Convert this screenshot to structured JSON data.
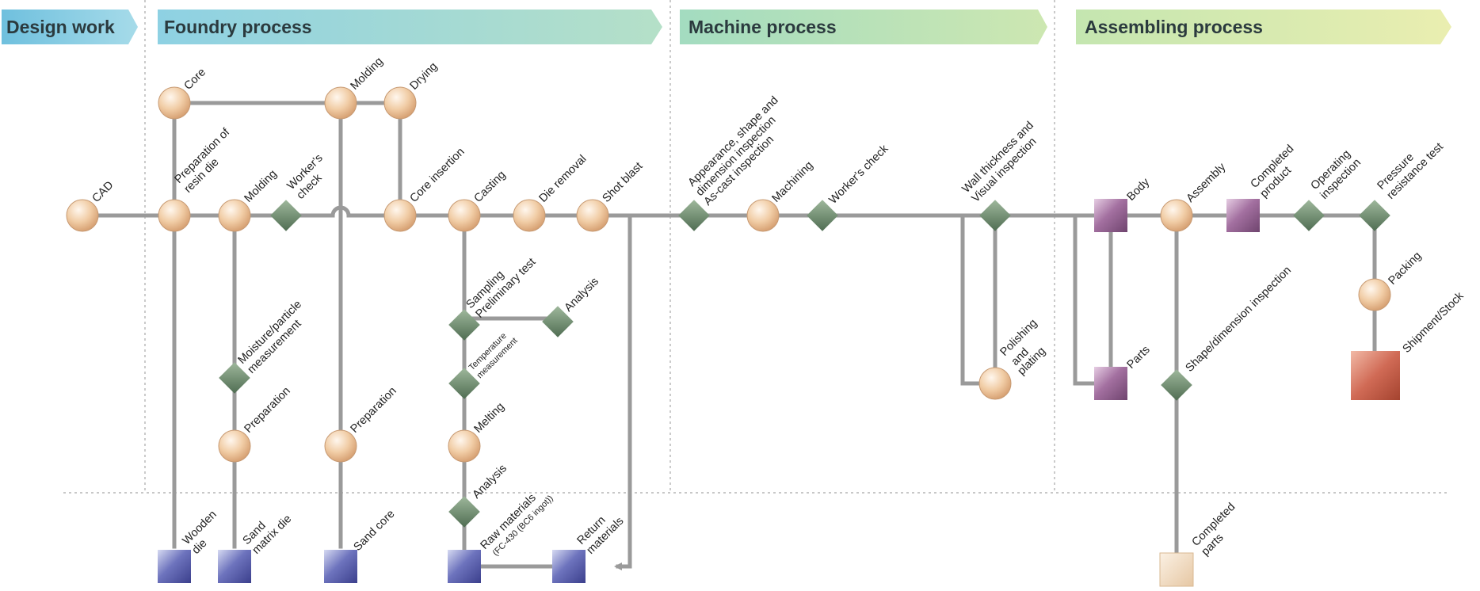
{
  "phases": {
    "design": "Design work",
    "foundry": "Foundry process",
    "machine": "Machine process",
    "assembling": "Assembling process"
  },
  "steps": {
    "cad": "CAD",
    "core": "Core",
    "molding_top": "Molding",
    "drying": "Drying",
    "resin_die_1": "Preparation of",
    "resin_die_2": "resin die",
    "molding_main": "Molding",
    "workers_check_1": "Worker's",
    "workers_check_2": "check",
    "core_insertion": "Core insertion",
    "casting": "Casting",
    "die_removal": "Die removal",
    "shot_blast": "Shot blast",
    "moisture_1": "Moisture/particle",
    "moisture_2": "measurement",
    "preparation_sand": "Preparation",
    "preparation_core": "Preparation",
    "sampling_1": "Sampling",
    "sampling_2": "Preliminary test",
    "analysis_sampling": "Analysis",
    "temperature_1": "Temperature",
    "temperature_2": "measurement",
    "melting": "Melting",
    "analysis_raw": "Analysis",
    "wooden_die_1": "Wooden",
    "wooden_die_2": "die",
    "sand_matrix_1": "Sand",
    "sand_matrix_2": "matrix die",
    "sand_core": "Sand core",
    "raw_materials_1": "Raw materials",
    "raw_materials_2": "(FC-430 (BC6 ingot))",
    "return_materials_1": "Return",
    "return_materials_2": "materials",
    "inspection_1": "Appearance, shape and",
    "inspection_2": "dimension inspection",
    "inspection_3": "As-cast inspection",
    "machining": "Machining",
    "workers_check_machine": "Worker's check",
    "wall_thickness_1": "Wall thickness and",
    "wall_thickness_2": "Visual inspection",
    "polishing_1": "Polishing",
    "polishing_2": "and",
    "polishing_3": "plating",
    "body": "Body",
    "parts": "Parts",
    "assembly": "Assembly",
    "completed_product_1": "Completed",
    "completed_product_2": "product",
    "operating_1": "Operating",
    "operating_2": "inspection",
    "pressure_1": "Pressure",
    "pressure_2": "resistance test",
    "shape_dimension": "Shape/dimension inspection",
    "completed_parts_1": "Completed",
    "completed_parts_2": "parts",
    "packing": "Packing",
    "shipment": "Shipment/Stock"
  }
}
